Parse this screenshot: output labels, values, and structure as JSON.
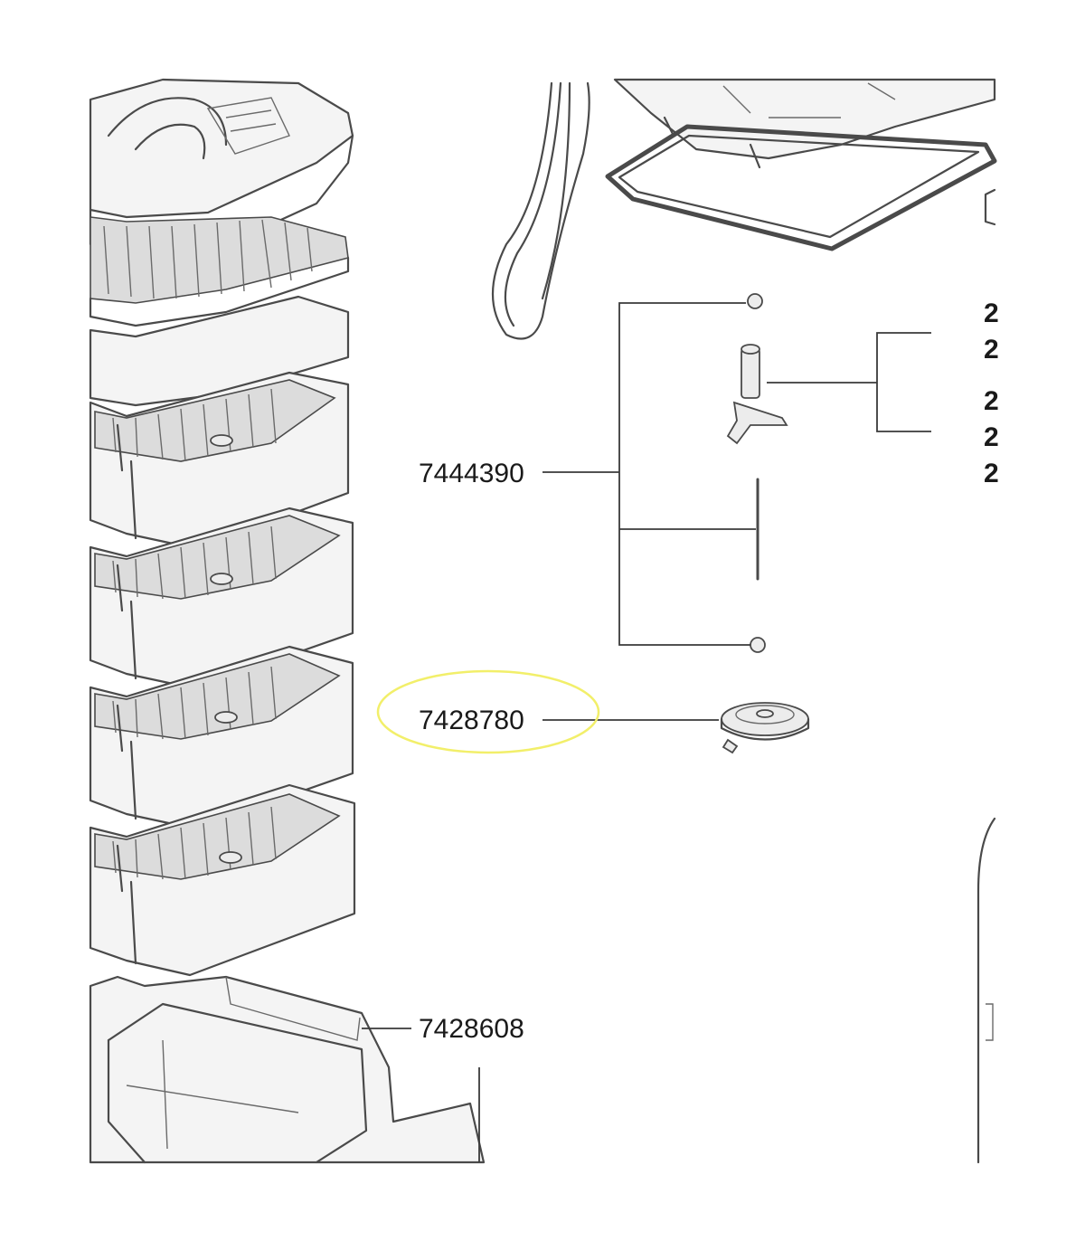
{
  "diagram": {
    "part_numbers": {
      "impeller_kit": "7444390",
      "impeller_cover": "7428780",
      "canister_base": "7428608"
    },
    "cut_off_labels": [
      "2",
      "2",
      "2",
      "2",
      "2"
    ],
    "highlight_color": "#f2ef6a",
    "line_color": "#4a4a4a"
  }
}
